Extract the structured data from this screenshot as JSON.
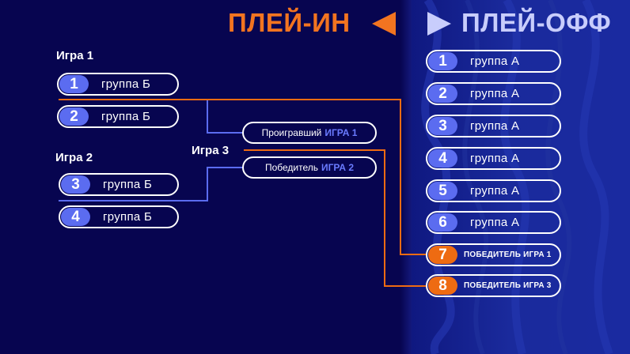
{
  "header": {
    "left_title": "ПЛЕЙ-ИН",
    "right_title": "ПЛЕЙ-ОФФ",
    "left_arrow_icon": "triangle-left-icon",
    "right_arrow_icon": "triangle-right-icon"
  },
  "colors": {
    "orange": "#ee6b12",
    "blue": "#5b6cf0",
    "navy": "#070550",
    "panel": "#1a2a9c"
  },
  "play_in": {
    "game1": {
      "label": "Игра 1",
      "teams": [
        {
          "seed": "1",
          "name": "группа Б"
        },
        {
          "seed": "2",
          "name": "группа Б"
        }
      ]
    },
    "game2": {
      "label": "Игра 2",
      "teams": [
        {
          "seed": "3",
          "name": "группа Б"
        },
        {
          "seed": "4",
          "name": "группа Б"
        }
      ]
    },
    "game3": {
      "label": "Игра 3",
      "loser_prefix": "Проигравший",
      "loser_game": "ИГРА 1",
      "winner_prefix": "Победитель",
      "winner_game": "ИГРА 2"
    }
  },
  "play_off": {
    "seeds": [
      {
        "seed": "1",
        "name": "группа А"
      },
      {
        "seed": "2",
        "name": "группа А"
      },
      {
        "seed": "3",
        "name": "группа А"
      },
      {
        "seed": "4",
        "name": "группа А"
      },
      {
        "seed": "5",
        "name": "группа А"
      },
      {
        "seed": "6",
        "name": "группа А"
      }
    ],
    "seed7": {
      "seed": "7",
      "prefix": "ПОБЕДИТЕЛЬ",
      "game": "ИГРА 1"
    },
    "seed8": {
      "seed": "8",
      "prefix": "ПОБЕДИТЕЛЬ",
      "game": "ИГРА 3"
    }
  }
}
